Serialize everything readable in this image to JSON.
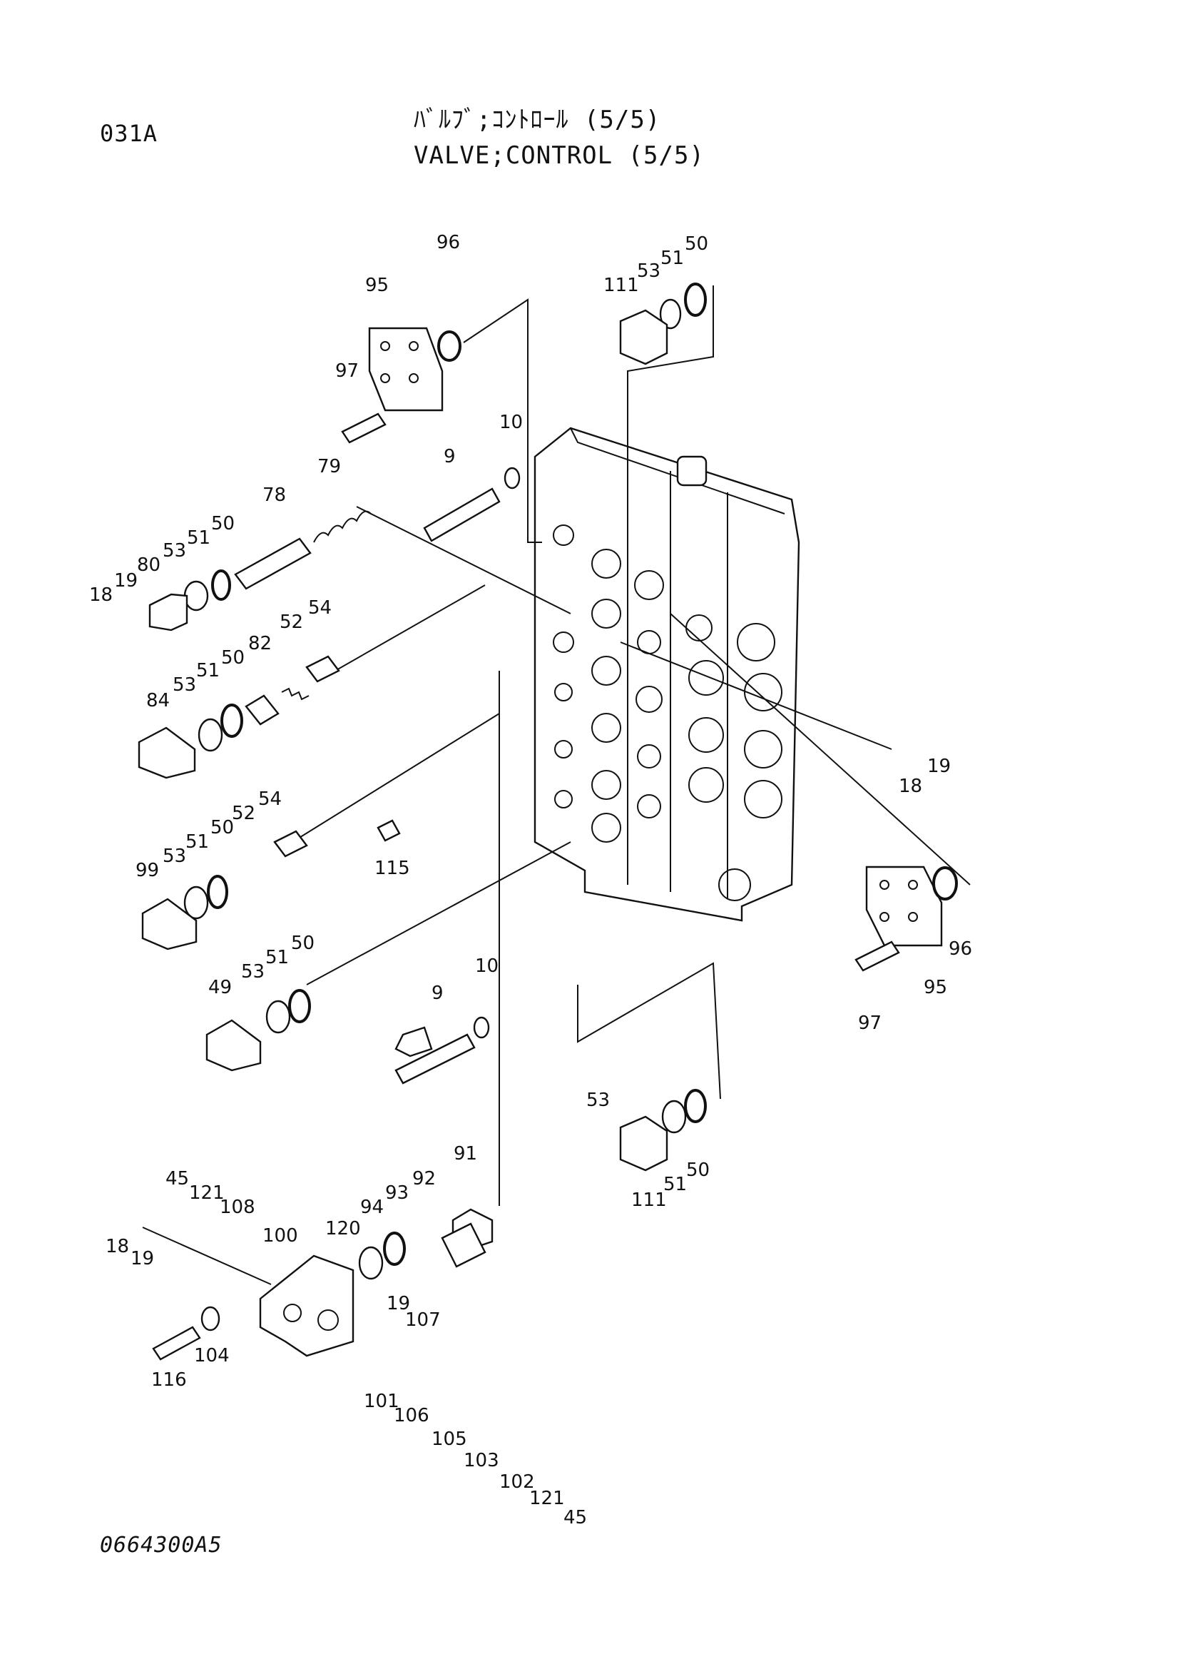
{
  "header": {
    "page_code": "031A",
    "title_jp": "ﾊﾞﾙﾌﾞ;ｺﾝﾄﾛｰﾙ (5/5)",
    "title_en": "VALVE;CONTROL (5/5)"
  },
  "footer": {
    "drawing_number": "0664300A5"
  },
  "callouts": [
    "96",
    "95",
    "97",
    "10",
    "9",
    "79",
    "78",
    "50",
    "51",
    "53",
    "80",
    "19",
    "18",
    "54",
    "52",
    "82",
    "50",
    "51",
    "53",
    "84",
    "115",
    "54",
    "52",
    "50",
    "51",
    "53",
    "99",
    "50",
    "51",
    "53",
    "49",
    "10",
    "9",
    "111",
    "53",
    "51",
    "50",
    "19",
    "18",
    "96",
    "95",
    "97",
    "53",
    "111",
    "51",
    "50",
    "45",
    "121",
    "108",
    "100",
    "120",
    "94",
    "93",
    "92",
    "91",
    "18",
    "19",
    "116",
    "104",
    "19",
    "107",
    "101",
    "106",
    "105",
    "103",
    "102",
    "121",
    "45"
  ]
}
